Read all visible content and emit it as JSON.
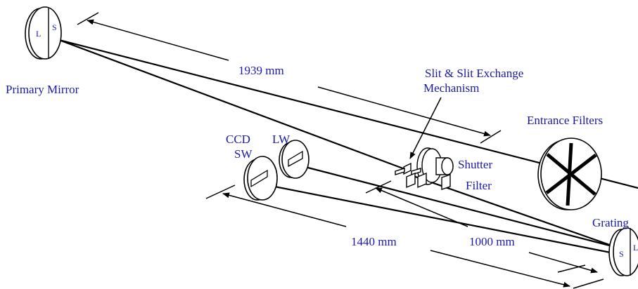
{
  "labels": {
    "primary_mirror": "Primary Mirror",
    "distance_top": "1939 mm",
    "slit_line1": "Slit & Slit Exchange",
    "slit_line2": "Mechanism",
    "entrance_filters": "Entrance Filters",
    "ccd": "CCD",
    "sw": "SW",
    "lw": "LW",
    "shutter": "Shutter",
    "filter": "Filter",
    "grating": "Grating",
    "distance_left": "1440 mm",
    "distance_right": "1000 mm"
  },
  "mirror_marks": {
    "primary_left": "L",
    "primary_right": "S",
    "grating_left": "S",
    "grating_right": "L"
  },
  "colors": {
    "label": "#1a1aa6",
    "line": "#000000"
  }
}
